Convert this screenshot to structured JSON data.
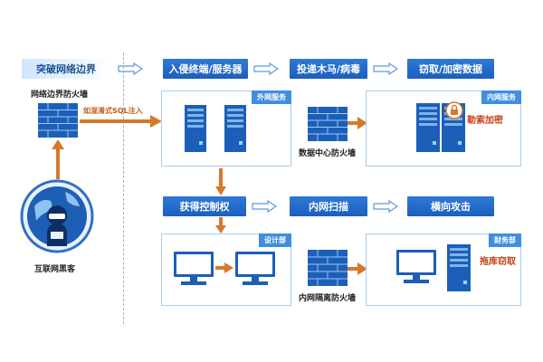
{
  "stages": {
    "breach_perimeter": "突破网络边界",
    "intrude_terminal": "入侵终端/服务器",
    "deliver_trojan": "投递木马/病毒",
    "steal_encrypt": "窃取/加密数据",
    "gain_control": "获得控制权",
    "intranet_scan": "内网扫描",
    "lateral_attack": "横向攻击"
  },
  "labels": {
    "perimeter_firewall": "网络边界防火墙",
    "sql_injection": "如混淆式SQL注入",
    "internet_hacker": "互联网黑客",
    "datacenter_firewall": "数据中心防火墙",
    "intranet_firewall": "内网隔离防火墙",
    "ransom_encrypt": "勒索加密",
    "drag_steal": "拖库窃取"
  },
  "panel_tags": {
    "external_service": "外网服务",
    "intranet_service": "内网服务",
    "design_dept": "设计部",
    "finance_dept": "财务部"
  },
  "colors": {
    "stage_blue": "#1f66c4",
    "flow_orange": "#d5782c",
    "panel_border": "#a9cdef",
    "tag_blue": "#3f8ee0"
  }
}
